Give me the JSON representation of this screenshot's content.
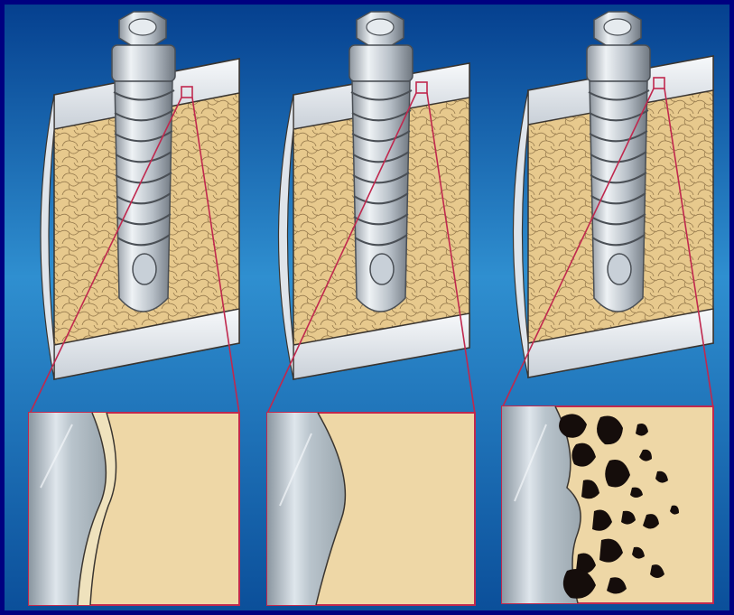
{
  "figure": {
    "caption": "",
    "colors": {
      "page_border": "#000080",
      "background_dark": "#05408f",
      "background_light": "#2f8fd0",
      "cortical_bone": "#e9eef3",
      "cancellous_bone": "#e7c98d",
      "screw_metal": "#c2cad3",
      "screw_outline": "#4a4f55",
      "zoom_lines": "#c0284e",
      "defect_voids": "#150d0b"
    },
    "panels": [
      {
        "id": "panel-1",
        "detail_interface": "thin-gap"
      },
      {
        "id": "panel-2",
        "detail_interface": "direct-contact"
      },
      {
        "id": "panel-3",
        "detail_interface": "bone-resorption"
      }
    ]
  }
}
